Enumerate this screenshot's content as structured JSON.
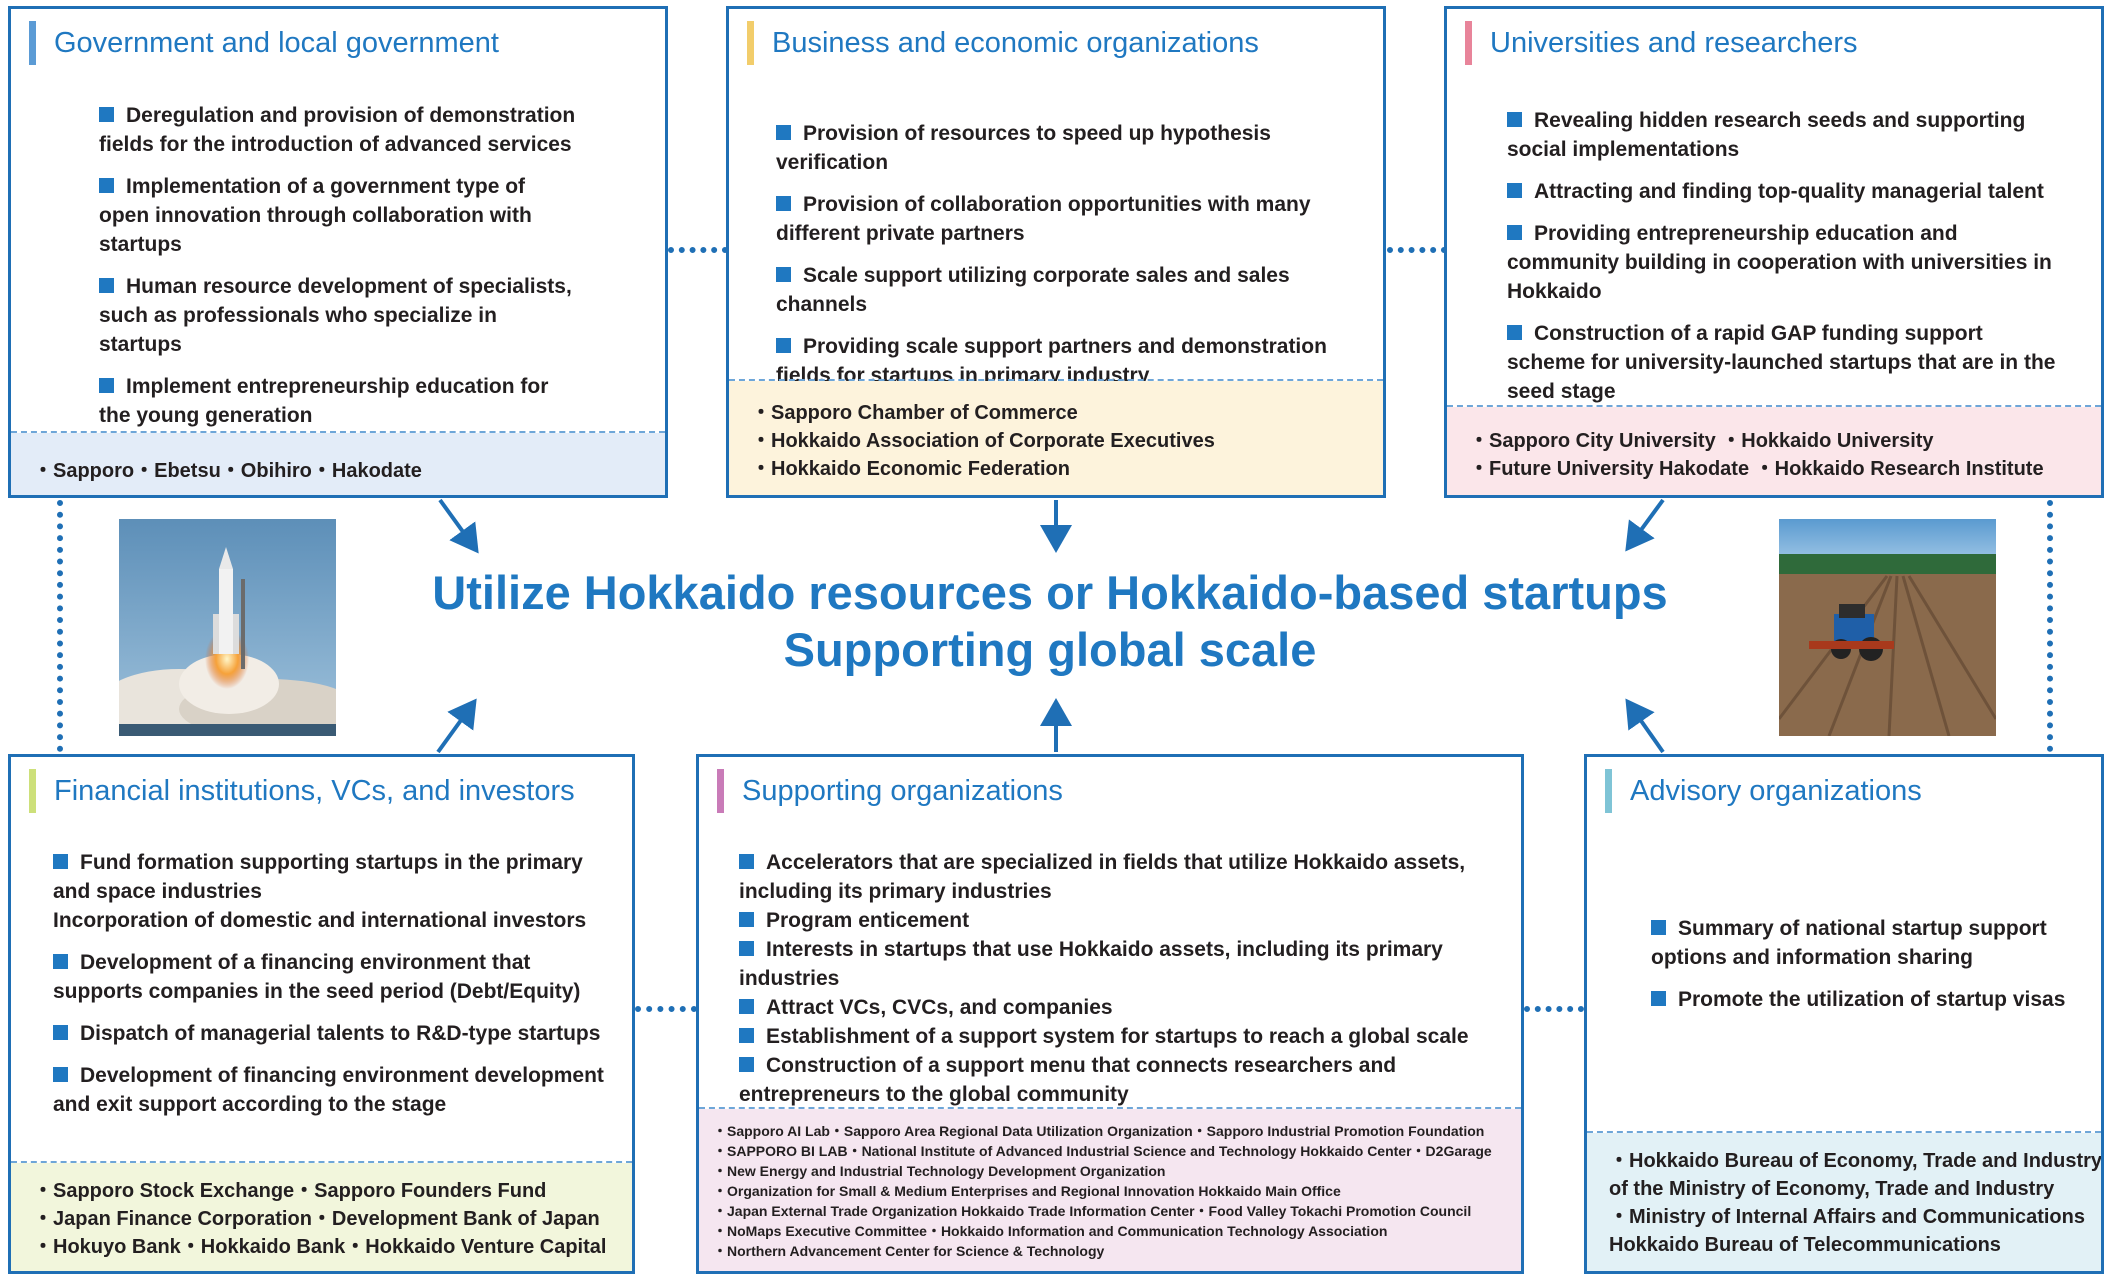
{
  "center": {
    "line1": "Utilize Hokkaido resources or Hokkaido-based startups",
    "line2": "Supporting global scale"
  },
  "government": {
    "title": "Government and local government",
    "accent": "#5b9bd5",
    "items": [
      "Deregulation and provision of demonstration fields for the introduction of advanced services",
      "Implementation of a government type of open innovation through collaboration with startups",
      "Human resource development of specialists, such as professionals who specialize in startups",
      "Implement entrepreneurship education for the young generation"
    ],
    "members": [
      "・Sapporo・Ebetsu・Obihiro・Hakodate"
    ],
    "members_bg": "#e3ecf8"
  },
  "business": {
    "title": "Business and economic organizations",
    "accent": "#f2cd6b",
    "items": [
      "Provision of resources to speed up hypothesis verification",
      "Provision of collaboration opportunities with many different private partners",
      "Scale support utilizing corporate sales and sales channels",
      "Providing scale support partners and demonstration fields for startups in primary industry"
    ],
    "members": [
      "・Sapporo Chamber of Commerce",
      "・Hokkaido Association of Corporate Executives",
      "・Hokkaido Economic Federation"
    ],
    "members_bg": "#fdf3dc"
  },
  "universities": {
    "title": "Universities and researchers",
    "accent": "#e8849a",
    "items": [
      "Revealing hidden research seeds and supporting social implementations",
      "Attracting and finding top-quality managerial talent",
      "Providing entrepreneurship education and community building in cooperation with universities in Hokkaido",
      "Construction of a rapid GAP funding support scheme for university-launched startups that are in the seed stage"
    ],
    "members": [
      "・Sapporo City University ・Hokkaido University",
      "・Future University Hakodate ・Hokkaido Research Institute"
    ],
    "members_bg": "#fbe6ea"
  },
  "financial": {
    "title": "Financial institutions, VCs, and investors",
    "accent": "#cde07a",
    "items": [
      "Fund formation supporting startups in the primary and space industries\nIncorporation of domestic and international investors",
      "Development of a financing environment that supports companies in the seed period (Debt/Equity)",
      "Dispatch of managerial talents to R&D-type startups",
      "Development of financing environment development and exit support according to the stage"
    ],
    "members": [
      "・Sapporo Stock Exchange・Sapporo Founders Fund",
      "・Japan Finance Corporation・Development Bank of Japan",
      "・Hokuyo Bank・Hokkaido Bank・Hokkaido Venture Capital"
    ],
    "members_bg": "#f2f6dc"
  },
  "supporting": {
    "title": "Supporting organizations",
    "accent": "#c97bb8",
    "items": [
      "Accelerators that are specialized in fields that utilize Hokkaido assets, including its primary industries",
      "Program enticement",
      "Interests in startups that use Hokkaido assets, including its primary industries",
      "Attract VCs, CVCs, and companies",
      "Establishment of a support system for startups to reach a global scale",
      "Construction of a support menu that connects researchers and entrepreneurs to the global community"
    ],
    "members": [
      "・Sapporo AI Lab・Sapporo Area Regional Data Utilization Organization・Sapporo Industrial Promotion Foundation",
      "・SAPPORO BI LAB・National Institute of Advanced Industrial Science and Technology Hokkaido Center・D2Garage",
      "・New Energy and Industrial Technology Development Organization",
      "・Organization for Small & Medium Enterprises and Regional Innovation Hokkaido Main Office",
      "・Japan External Trade Organization Hokkaido Trade Information Center・Food Valley Tokachi Promotion Council",
      "・NoMaps Executive Committee・Hokkaido Information and Communication Technology Association",
      "・Northern Advancement Center for Science & Technology"
    ],
    "members_bg": "#f5e6f0"
  },
  "advisory": {
    "title": "Advisory organizations",
    "accent": "#7fc4d6",
    "items": [
      "Summary of national startup support options and information sharing",
      "Promote the utilization of startup visas"
    ],
    "members": [
      "・Hokkaido Bureau of Economy, Trade and Industry",
      "of the Ministry of Economy, Trade and Industry",
      "・Ministry of Internal Affairs and Communications",
      "Hokkaido Bureau of Telecommunications"
    ],
    "members_bg": "#e2f1f6"
  }
}
